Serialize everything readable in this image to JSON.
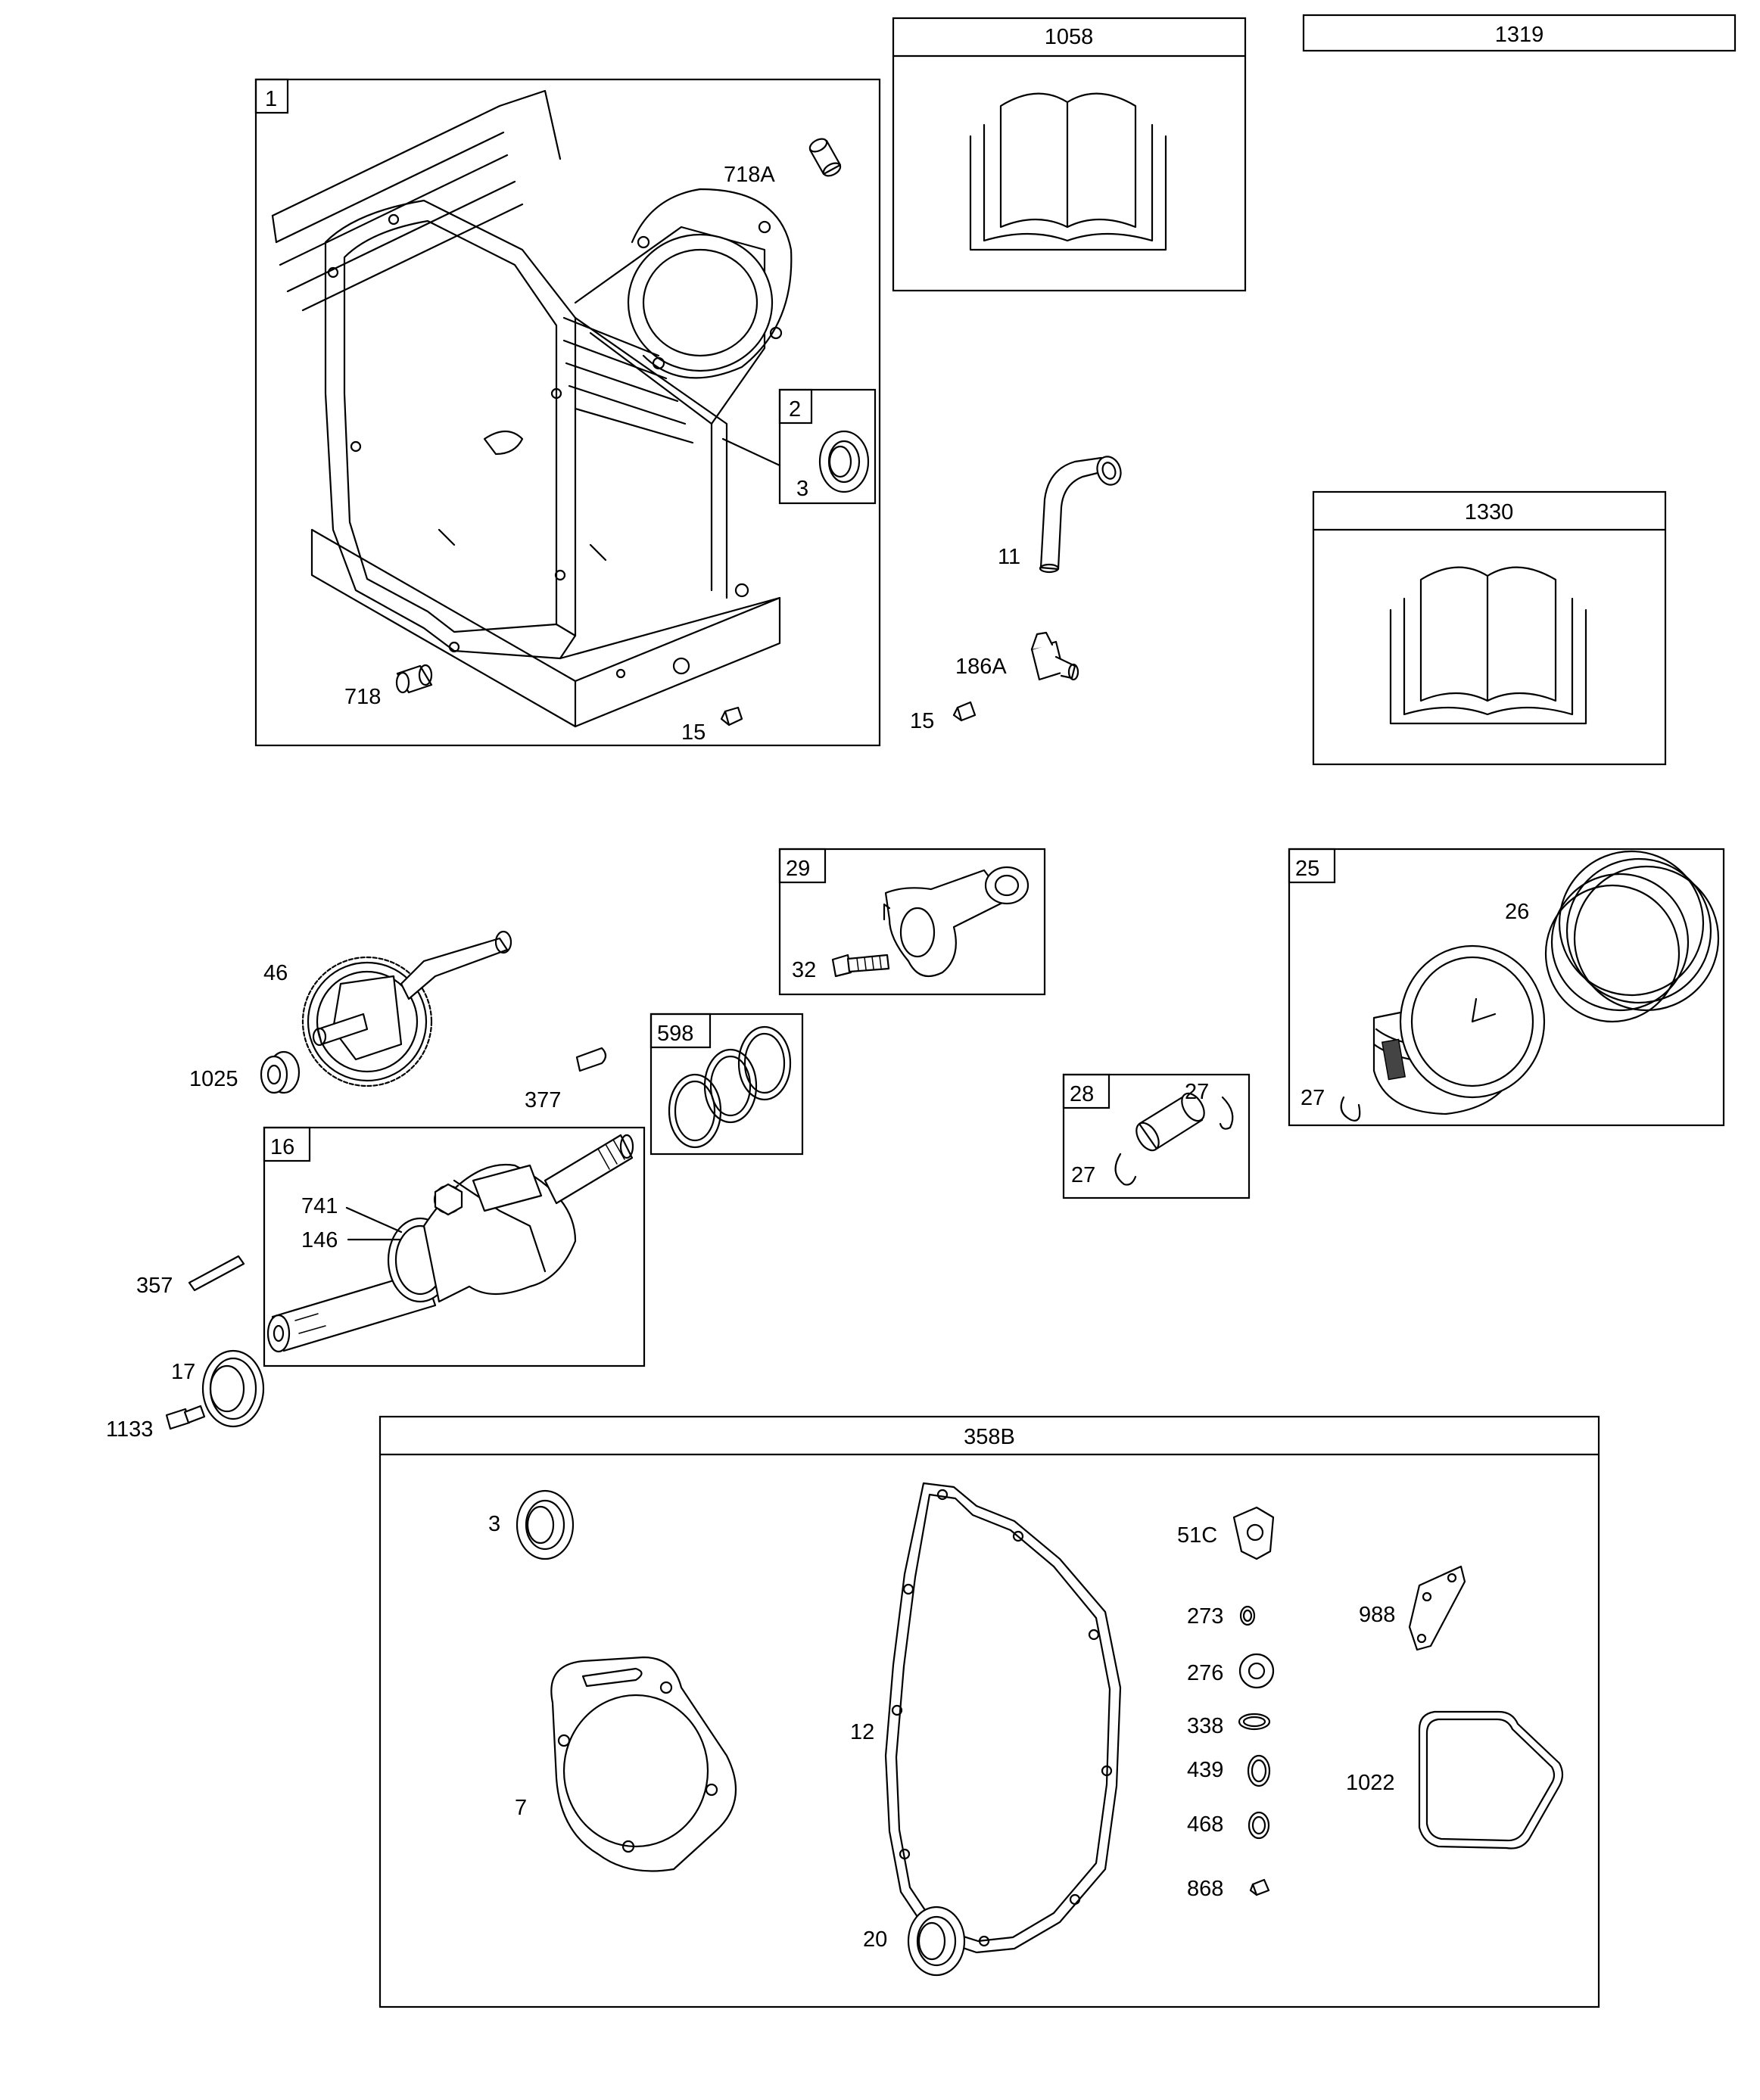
{
  "boxes": {
    "b1": "1",
    "b2": "2",
    "b1058": "1058",
    "b1319": "1319",
    "b1330": "1330",
    "b29": "29",
    "b25": "25",
    "b598": "598",
    "b28": "28",
    "b16": "16",
    "b358B": "358B"
  },
  "callouts": {
    "c718A": "718A",
    "c718": "718",
    "c15a": "15",
    "c3a": "3",
    "c11": "11",
    "c186A": "186A",
    "c15b": "15",
    "c32": "32",
    "c26": "26",
    "c27a": "27",
    "c46": "46",
    "c1025": "1025",
    "c377": "377",
    "c27b": "27",
    "c27c": "27",
    "c741": "741",
    "c146": "146",
    "c357": "357",
    "c17": "17",
    "c1133": "1133",
    "c3b": "3",
    "c51C": "51C",
    "c273": "273",
    "c988": "988",
    "c276": "276",
    "c338": "338",
    "c439": "439",
    "c1022": "1022",
    "c468": "468",
    "c868": "868",
    "c7": "7",
    "c12": "12",
    "c20": "20"
  },
  "icons": [
    "manual-book-icon",
    "manual-book-icon"
  ],
  "colors": {
    "line": "#000000",
    "background": "#ffffff"
  }
}
